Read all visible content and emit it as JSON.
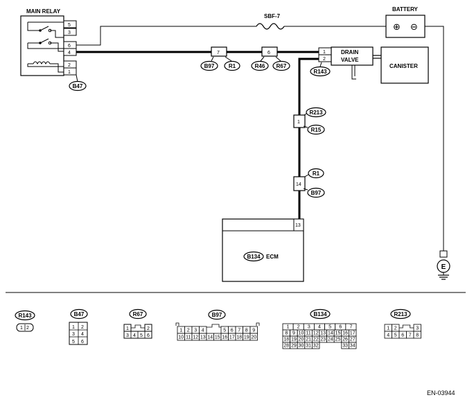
{
  "components": {
    "main_relay": "MAIN RELAY",
    "battery": "BATTERY",
    "fuse": "SBF-7",
    "drain_valve_line1": "DRAIN",
    "drain_valve_line2": "VALVE",
    "canister": "CANISTER",
    "ecm": "ECM",
    "ground": "E"
  },
  "relay_pins": [
    "5",
    "3",
    "6",
    "4",
    "2",
    "1"
  ],
  "battery_symbols": {
    "positive": "⊕",
    "negative": "⊖"
  },
  "inline_connectors": {
    "c7": {
      "pin": "7",
      "left": "B97",
      "right": "R1"
    },
    "c6": {
      "pin": "6",
      "left": "R46",
      "right": "R67"
    },
    "c1": {
      "pin": "1",
      "top": "R213",
      "bottom": "R15"
    },
    "c14": {
      "pin": "14",
      "top": "R1",
      "bottom": "B97"
    }
  },
  "drain_valve_pins": [
    "1",
    "2"
  ],
  "ecm_pin": "13",
  "callouts": {
    "relay": "B47",
    "drain_valve": "R143",
    "ecm": "B134"
  },
  "connector_views": {
    "r143": {
      "label": "R143",
      "pins": [
        "1",
        "2"
      ]
    },
    "b47": {
      "label": "B47",
      "pins": [
        "1",
        "2",
        "3",
        "4",
        "5",
        "6"
      ]
    },
    "r67": {
      "label": "R67",
      "pins": [
        "1",
        "2",
        "3",
        "4",
        "5",
        "6"
      ]
    },
    "b97": {
      "label": "B97",
      "pins": [
        "1",
        "2",
        "3",
        "4",
        "5",
        "6",
        "7",
        "8",
        "9",
        "10",
        "11",
        "12",
        "13",
        "14",
        "15",
        "16",
        "17",
        "18",
        "19",
        "20"
      ]
    },
    "b134": {
      "label": "B134",
      "pins": [
        "1",
        "2",
        "3",
        "4",
        "5",
        "6",
        "7",
        "8",
        "9",
        "10",
        "11",
        "12",
        "13",
        "14",
        "15",
        "16",
        "17",
        "18",
        "19",
        "20",
        "21",
        "22",
        "23",
        "24",
        "25",
        "26",
        "27",
        "28",
        "29",
        "30",
        "31",
        "32",
        "33",
        "34"
      ]
    },
    "r213": {
      "label": "R213",
      "pins": [
        "1",
        "2",
        "3",
        "4",
        "5",
        "6",
        "7",
        "8"
      ]
    }
  },
  "figure_id": "EN-03944"
}
